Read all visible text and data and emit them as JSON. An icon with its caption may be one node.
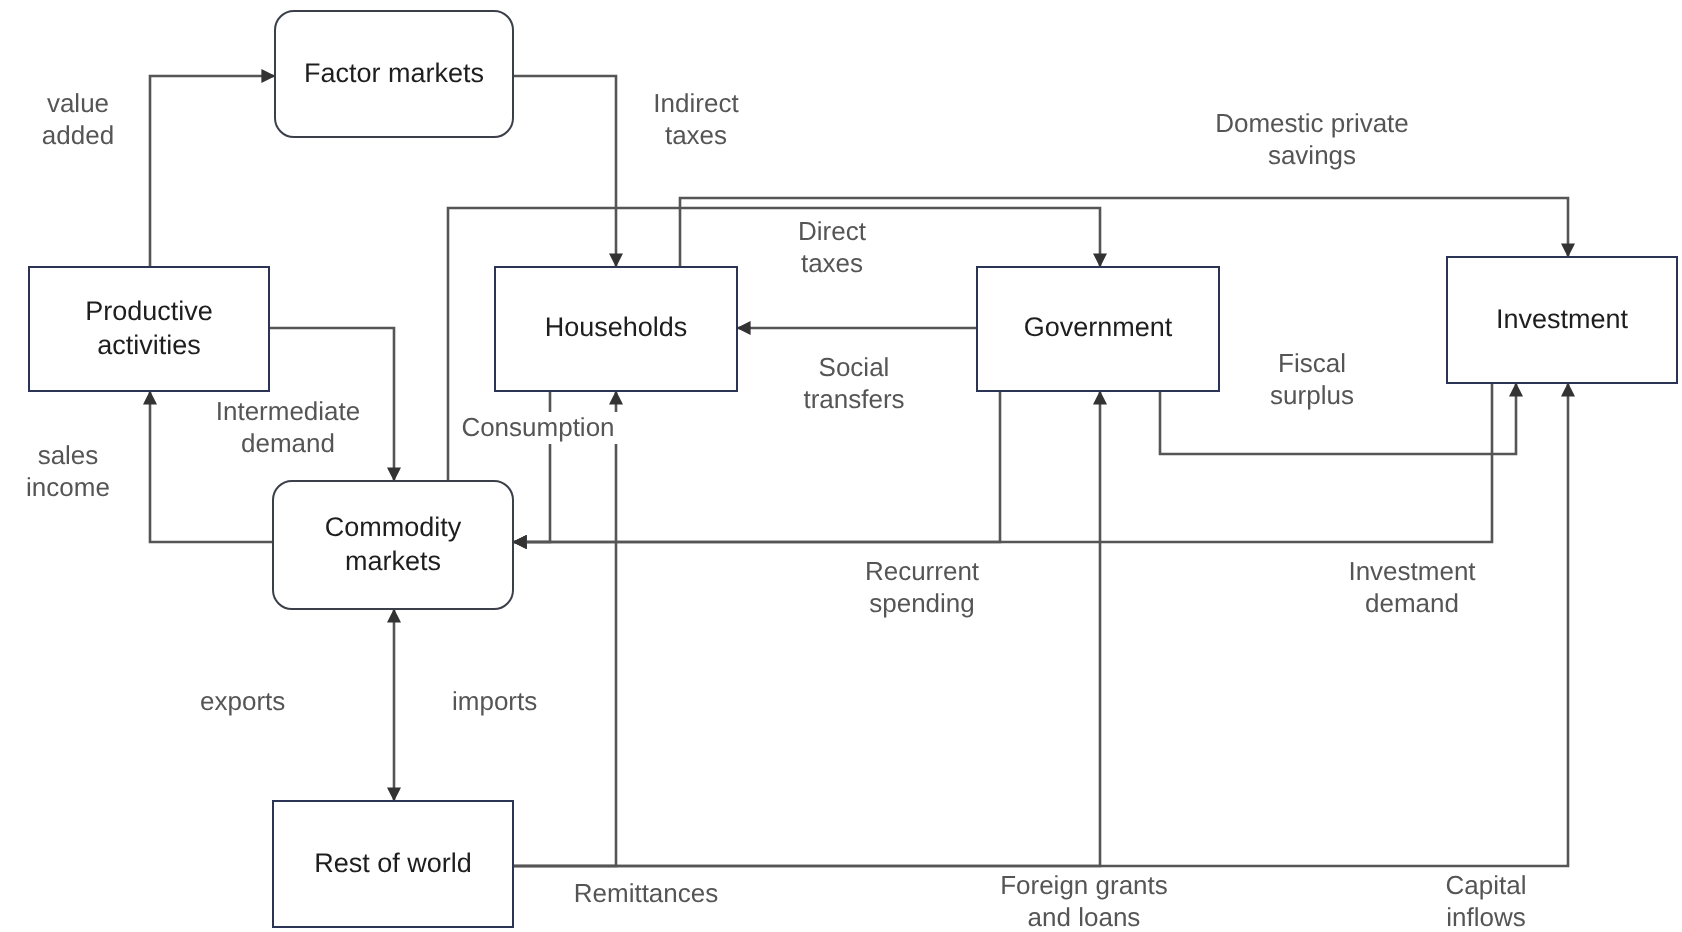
{
  "diagram": {
    "nodes": [
      {
        "text": [
          "Factor markets"
        ]
      },
      {
        "text": [
          "Productive activities"
        ]
      },
      {
        "text": [
          "Households"
        ]
      },
      {
        "text": [
          "Government"
        ]
      },
      {
        "text": [
          "Investment"
        ]
      },
      {
        "text": [
          "Commodity markets"
        ]
      },
      {
        "text": [
          "Rest of world"
        ]
      }
    ],
    "edges": [
      {
        "from": 1,
        "to": 0,
        "arrow": "to",
        "label": "value added"
      },
      {
        "from": 0,
        "to": 2,
        "arrow": "to",
        "label": "Indirect taxes"
      },
      {
        "from": 2,
        "to": 4,
        "arrow": "to",
        "label": "Domestic private savings"
      },
      {
        "from": 5,
        "to": 3,
        "arrow": "to",
        "label": "Direct taxes"
      },
      {
        "from": 3,
        "to": 2,
        "arrow": "to",
        "label": "Social transfers"
      },
      {
        "from": 1,
        "to": 5,
        "arrow": "to",
        "label": "Intermediate demand"
      },
      {
        "from": 5,
        "to": 1,
        "arrow": "to",
        "label": "sales income"
      },
      {
        "from": 2,
        "to": 5,
        "arrow": "to",
        "label": "Consumption"
      },
      {
        "from": 3,
        "to": 5,
        "arrow": "to",
        "label": "Recurrent spending"
      },
      {
        "from": 3,
        "to": 4,
        "arrow": "to",
        "label": "Fiscal surplus"
      },
      {
        "from": 4,
        "to": 5,
        "arrow": "to",
        "label": "Investment demand"
      },
      {
        "from": 5,
        "to": 6,
        "arrow": "both"
      },
      {
        "from": 6,
        "to": 2,
        "arrow": "to",
        "label": "Remittances"
      },
      {
        "from": 6,
        "to": 3,
        "arrow": "to",
        "label": "Foreign grants and loans"
      },
      {
        "from": 6,
        "to": 4,
        "arrow": "to",
        "label": "Capital inflows"
      }
    ],
    "labels": [
      "exports",
      "imports"
    ]
  }
}
